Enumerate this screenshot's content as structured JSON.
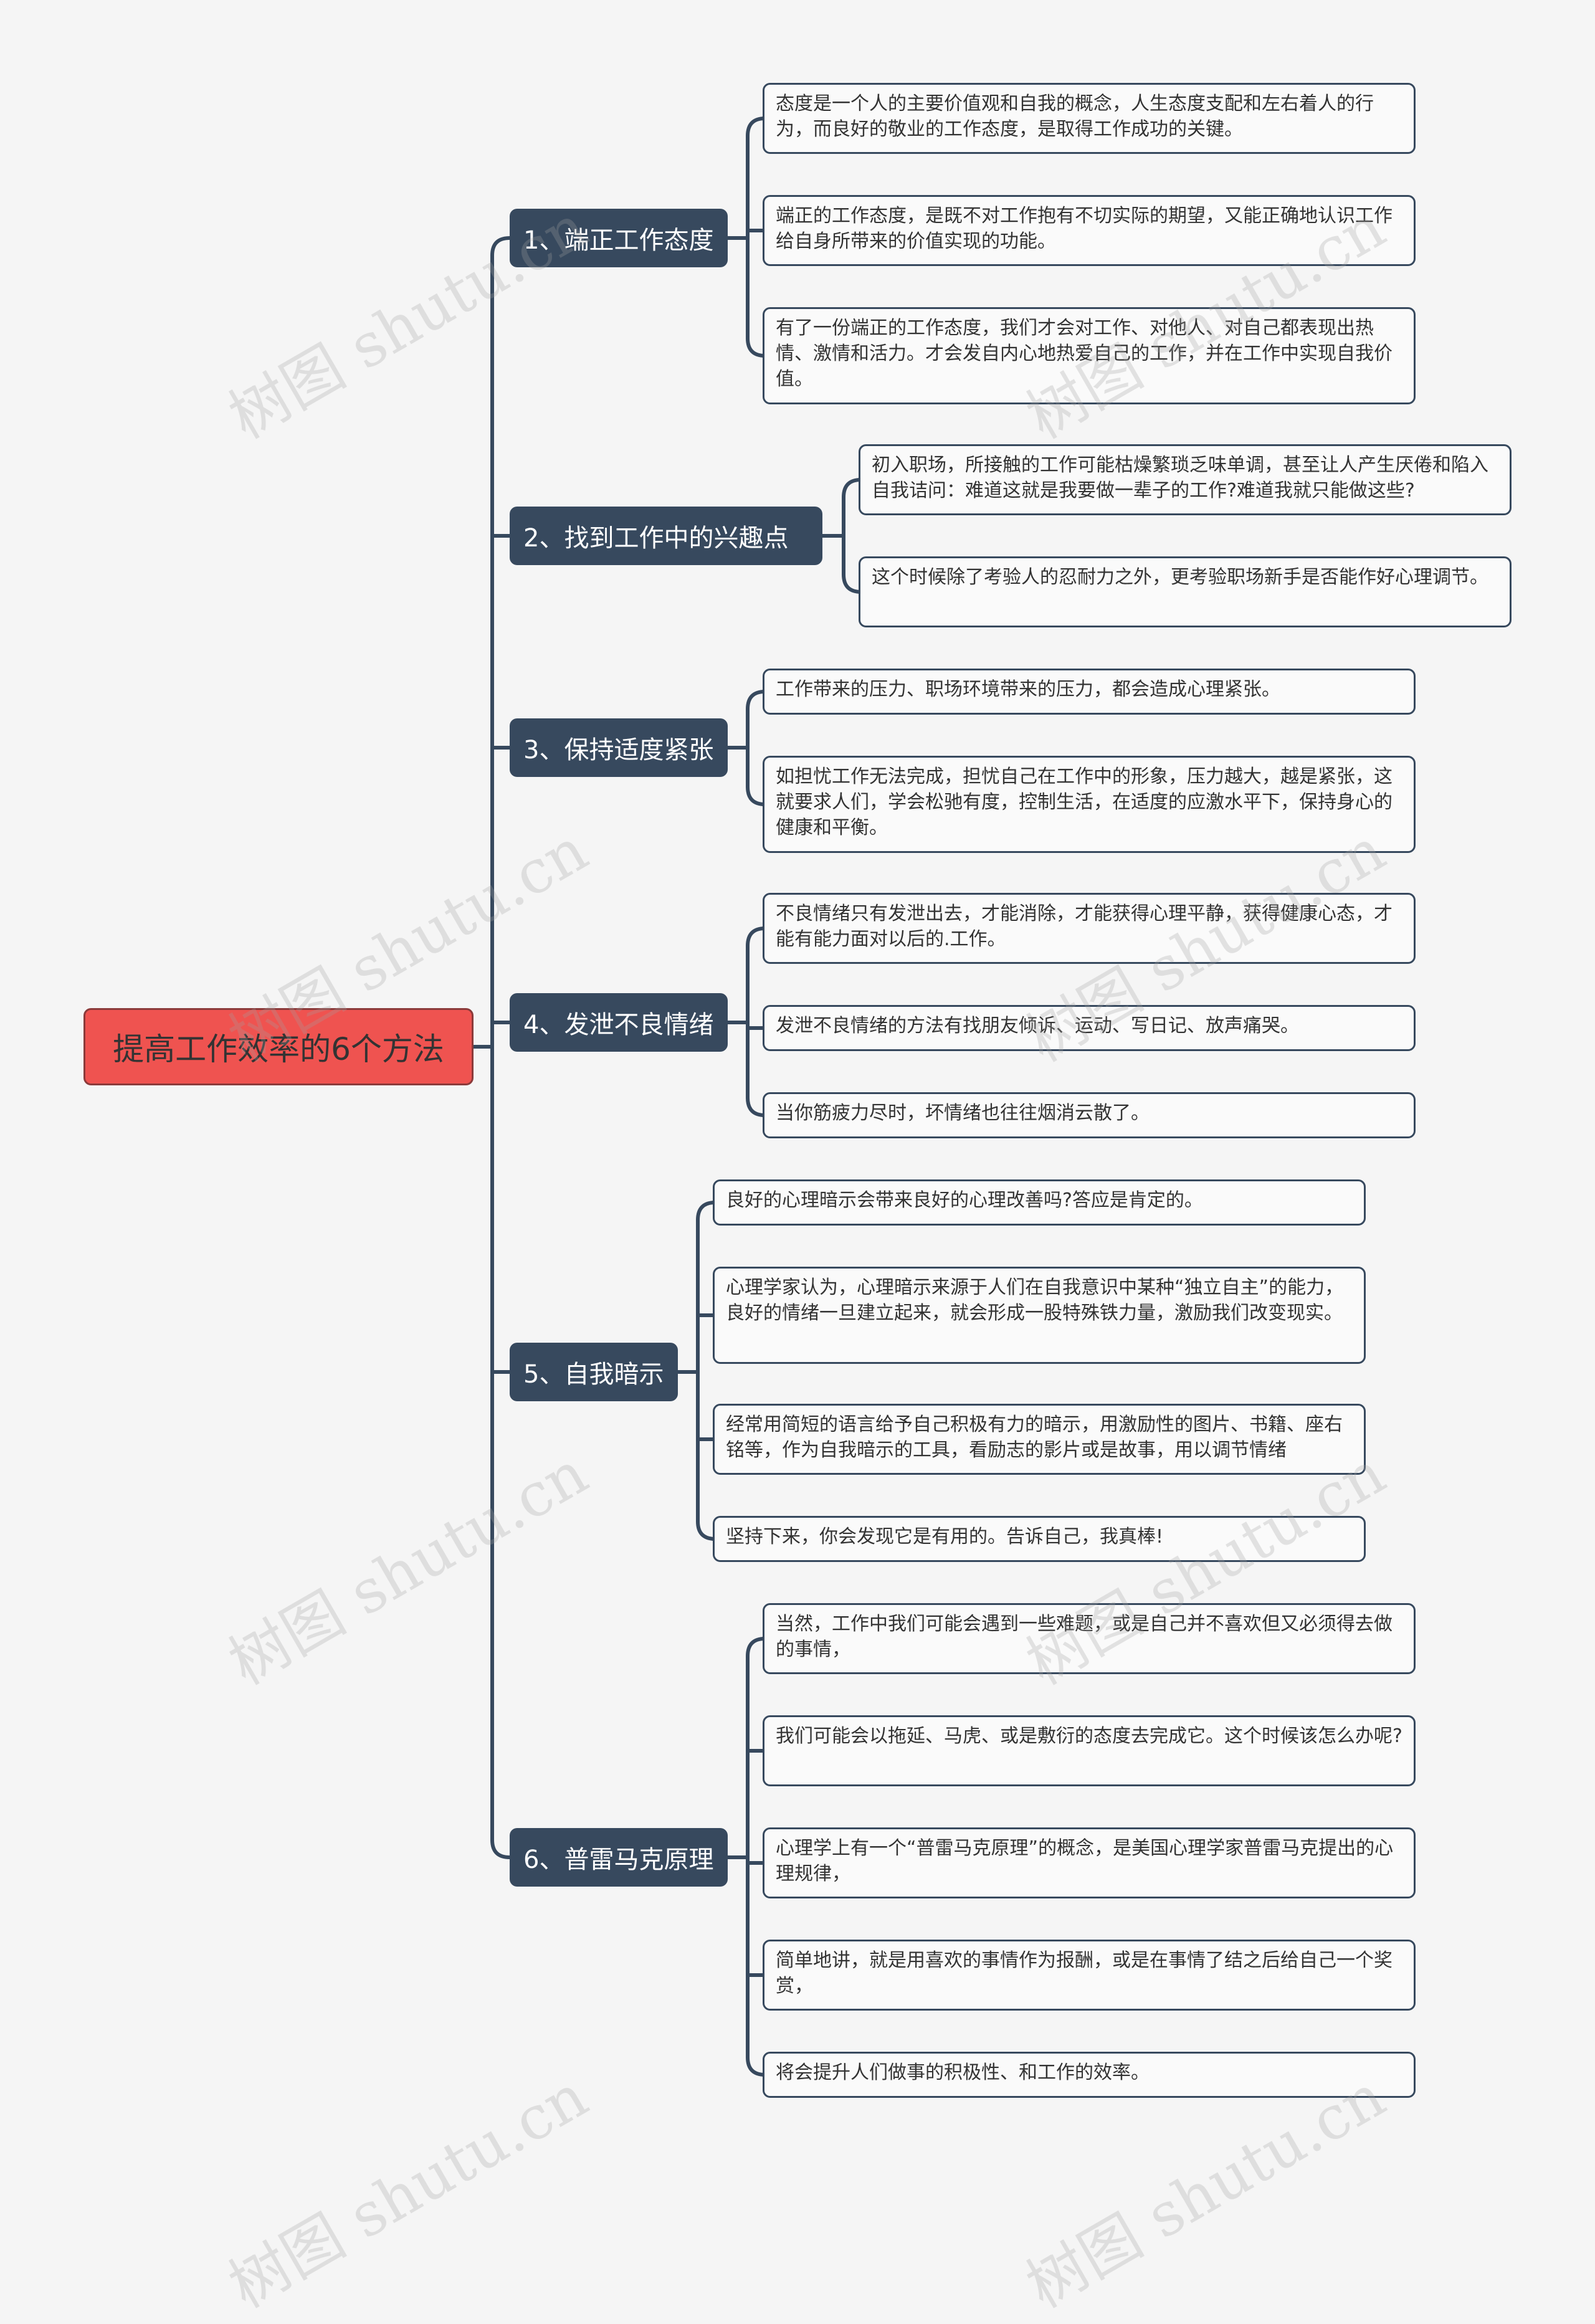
{
  "root": {
    "label": "提高工作效率的6个方法"
  },
  "branches": [
    {
      "label": "1、端正工作态度",
      "leaves": [
        "态度是一个人的主要价值观和自我的概念，人生态度支配和左右着人的行为，而良好的敬业的工作态度，是取得工作成功的关键。",
        "端正的工作态度，是既不对工作抱有不切实际的期望，又能正确地认识工作给自身所带来的价值实现的功能。",
        "有了一份端正的工作态度，我们才会对工作、对他人、对自己都表现出热情、激情和活力。才会发自内心地热爱自己的工作，并在工作中实现自我价值。"
      ]
    },
    {
      "label": "2、找到工作中的兴趣点",
      "leaves": [
        "初入职场，所接触的工作可能枯燥繁琐乏味单调，甚至让人产生厌倦和陷入自我诘问：难道这就是我要做一辈子的工作?难道我就只能做这些?",
        "这个时候除了考验人的忍耐力之外，更考验职场新手是否能作好心理调节。"
      ]
    },
    {
      "label": "3、保持适度紧张",
      "leaves": [
        "工作带来的压力、职场环境带来的压力，都会造成心理紧张。",
        "如担忧工作无法完成，担忧自己在工作中的形象，压力越大，越是紧张，这就要求人们，学会松驰有度，控制生活，在适度的应激水平下，保持身心的健康和平衡。"
      ]
    },
    {
      "label": "4、发泄不良情绪",
      "leaves": [
        "不良情绪只有发泄出去，才能消除，才能获得心理平静，获得健康心态，才能有能力面对以后的.工作。",
        "发泄不良情绪的方法有找朋友倾诉、运动、写日记、放声痛哭。",
        "当你筋疲力尽时，坏情绪也往往烟消云散了。"
      ]
    },
    {
      "label": "5、自我暗示",
      "leaves": [
        "良好的心理暗示会带来良好的心理改善吗?答应是肯定的。",
        "心理学家认为，心理暗示来源于人们在自我意识中某种“独立自主”的能力，良好的情绪一旦建立起来，就会形成一股特殊铁力量，激励我们改变现实。",
        "经常用简短的语言给予自己积极有力的暗示，用激励性的图片、书籍、座右铭等，作为自我暗示的工具，看励志的影片或是故事，用以调节情绪",
        "坚持下来，你会发现它是有用的。告诉自己，我真棒!"
      ]
    },
    {
      "label": "6、普雷马克原理",
      "leaves": [
        "当然，工作中我们可能会遇到一些难题，或是自己并不喜欢但又必须得去做的事情，",
        "我们可能会以拖延、马虎、或是敷衍的态度去完成它。这个时候该怎么办呢?",
        "心理学上有一个“普雷马克原理”的概念，是美国心理学家普雷马克提出的心理规律，",
        "简单地讲，就是用喜欢的事情作为报酬，或是在事情了结之后给自己一个奖赏，",
        "将会提升人们做事的积极性、和工作的效率。"
      ]
    }
  ],
  "watermark": "树图 shutu.cn",
  "colors": {
    "root": "#ef5350",
    "branch": "#37495e",
    "line": "#37495e",
    "background": "#f5f5f5"
  }
}
